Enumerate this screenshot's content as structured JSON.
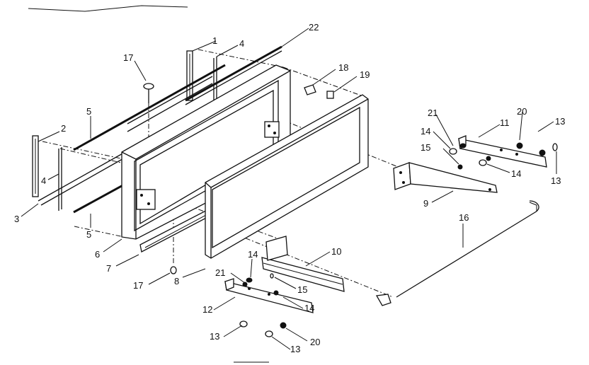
{
  "callouts": {
    "c1": "1",
    "c2": "2",
    "c3": "3",
    "c4a": "4",
    "c4b": "4",
    "c5a": "5",
    "c5b": "5",
    "c6": "6",
    "c7": "7",
    "c8": "8",
    "c9": "9",
    "c10": "10",
    "c11": "11",
    "c12": "12",
    "c13a": "13",
    "c13b": "13",
    "c13c": "13",
    "c13d": "13",
    "c14a": "14",
    "c14b": "14",
    "c14c": "14",
    "c14d": "14",
    "c15a": "15",
    "c15b": "15",
    "c16": "16",
    "c17a": "17",
    "c17b": "17",
    "c18": "18",
    "c19": "19",
    "c20a": "20",
    "c20b": "20",
    "c21a": "21",
    "c21b": "21",
    "c22": "22"
  }
}
